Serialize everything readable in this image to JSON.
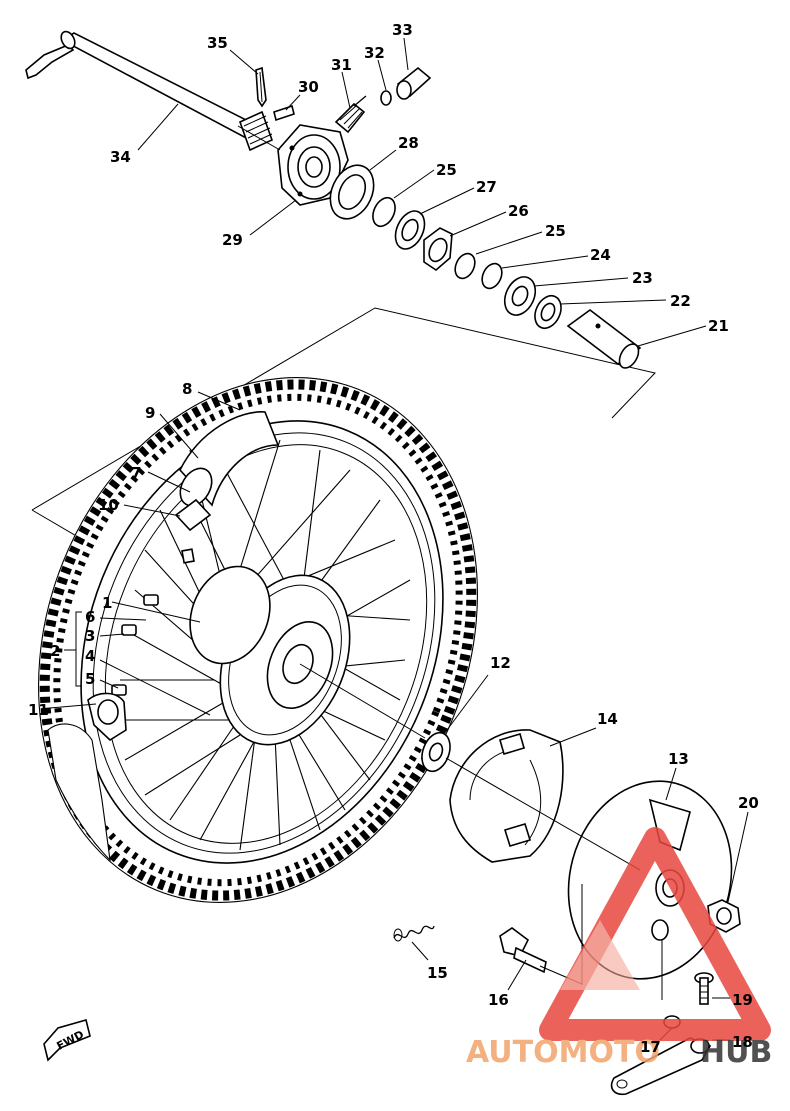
{
  "diagram": {
    "fwd_label": "FWD",
    "part_labels": [
      {
        "id": "35",
        "text": "35"
      },
      {
        "id": "34",
        "text": "34"
      },
      {
        "id": "31",
        "text": "31"
      },
      {
        "id": "32",
        "text": "32"
      },
      {
        "id": "33",
        "text": "33"
      },
      {
        "id": "30",
        "text": "30"
      },
      {
        "id": "28",
        "text": "28"
      },
      {
        "id": "29",
        "text": "29"
      },
      {
        "id": "25a",
        "text": "25"
      },
      {
        "id": "27",
        "text": "27"
      },
      {
        "id": "26",
        "text": "26"
      },
      {
        "id": "25b",
        "text": "25"
      },
      {
        "id": "24",
        "text": "24"
      },
      {
        "id": "23",
        "text": "23"
      },
      {
        "id": "22",
        "text": "22"
      },
      {
        "id": "21",
        "text": "21"
      },
      {
        "id": "8",
        "text": "8"
      },
      {
        "id": "9",
        "text": "9"
      },
      {
        "id": "7",
        "text": "7"
      },
      {
        "id": "10",
        "text": "10"
      },
      {
        "id": "1",
        "text": "1"
      },
      {
        "id": "6",
        "text": "6"
      },
      {
        "id": "3",
        "text": "3"
      },
      {
        "id": "2",
        "text": "2"
      },
      {
        "id": "4",
        "text": "4"
      },
      {
        "id": "5",
        "text": "5"
      },
      {
        "id": "11",
        "text": "11"
      },
      {
        "id": "12",
        "text": "12"
      },
      {
        "id": "14",
        "text": "14"
      },
      {
        "id": "13",
        "text": "13"
      },
      {
        "id": "20",
        "text": "20"
      },
      {
        "id": "15",
        "text": "15"
      },
      {
        "id": "16",
        "text": "16"
      },
      {
        "id": "19",
        "text": "19"
      },
      {
        "id": "17",
        "text": "17"
      },
      {
        "id": "18",
        "text": "18"
      }
    ]
  },
  "watermark": {
    "text_left": "AUTOMOTO",
    "text_right": "HUB",
    "color_accent": "#e8473f",
    "color_light": "#f4a79a",
    "color_dark": "#333333"
  }
}
